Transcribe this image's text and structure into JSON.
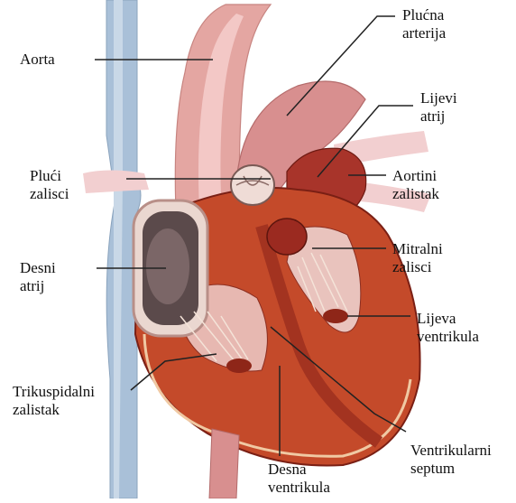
{
  "labels": {
    "aorta": [
      "Aorta"
    ],
    "plucna_arterija": [
      "Plućna",
      "arterija"
    ],
    "lijevi_atrij": [
      "Lijevi",
      "atrij"
    ],
    "plucni_zalisci": [
      "Plući",
      "zalisci"
    ],
    "aortini_zalistak": [
      "Aortini",
      "zalistak"
    ],
    "desni_atrij": [
      "Desni",
      "atrij"
    ],
    "mitralni_zalisci": [
      "Mitralni",
      "zalisci"
    ],
    "lijeva_ventrikula": [
      "Lijeva",
      "ventrikula"
    ],
    "trikuspidalni_zalistak": [
      "Trikuspidalni",
      "zalistak"
    ],
    "ventrikularni_septum": [
      "Ventrikularni",
      "septum"
    ],
    "desna_ventrikula": [
      "Desna",
      "ventrikula"
    ]
  },
  "colors": {
    "muscle": "#c44a2a",
    "muscle_dark": "#7a1f14",
    "chamber": "#e9c3bd",
    "vessel": "#e2a9a4",
    "vein": "#9fb7cf",
    "atrium_dark": "#5b4a4b",
    "pale_pink": "#f3d2d3",
    "line": "#222222"
  }
}
